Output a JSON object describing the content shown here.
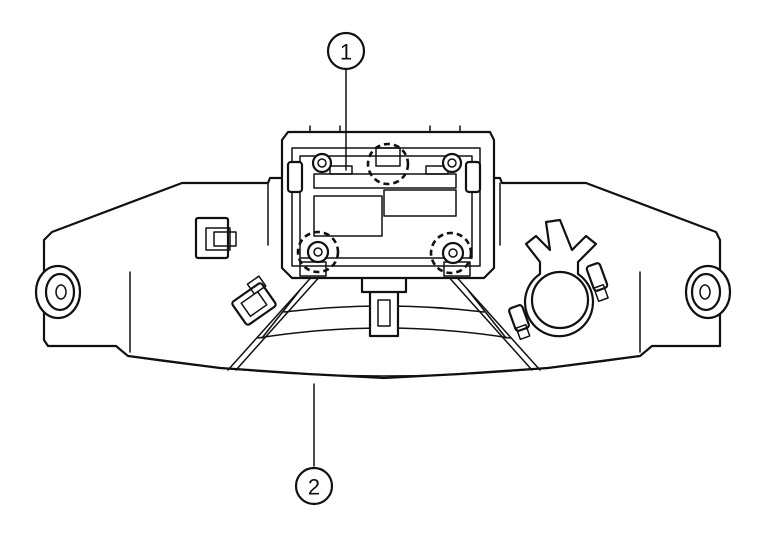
{
  "callouts": [
    {
      "id": "1",
      "label": "1"
    },
    {
      "id": "2",
      "label": "2"
    }
  ],
  "colors": {
    "line": "#111111",
    "background": "#ffffff"
  }
}
